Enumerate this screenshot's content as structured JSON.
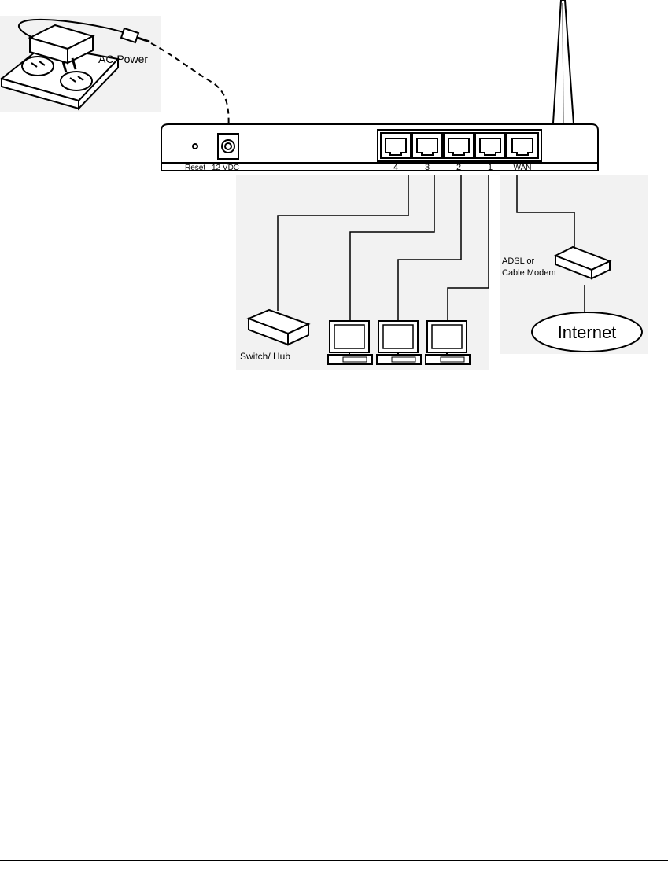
{
  "labels": {
    "ac_power": "AC Power",
    "reset": "Reset",
    "dc": "12 VDC",
    "port4": "4",
    "port3": "3",
    "port2": "2",
    "port1": "1",
    "wan": "WAN",
    "modem_line1": "ADSL or",
    "modem_line2": "Cable Modem",
    "internet": "Internet",
    "switch_hub": "Switch/ Hub"
  }
}
